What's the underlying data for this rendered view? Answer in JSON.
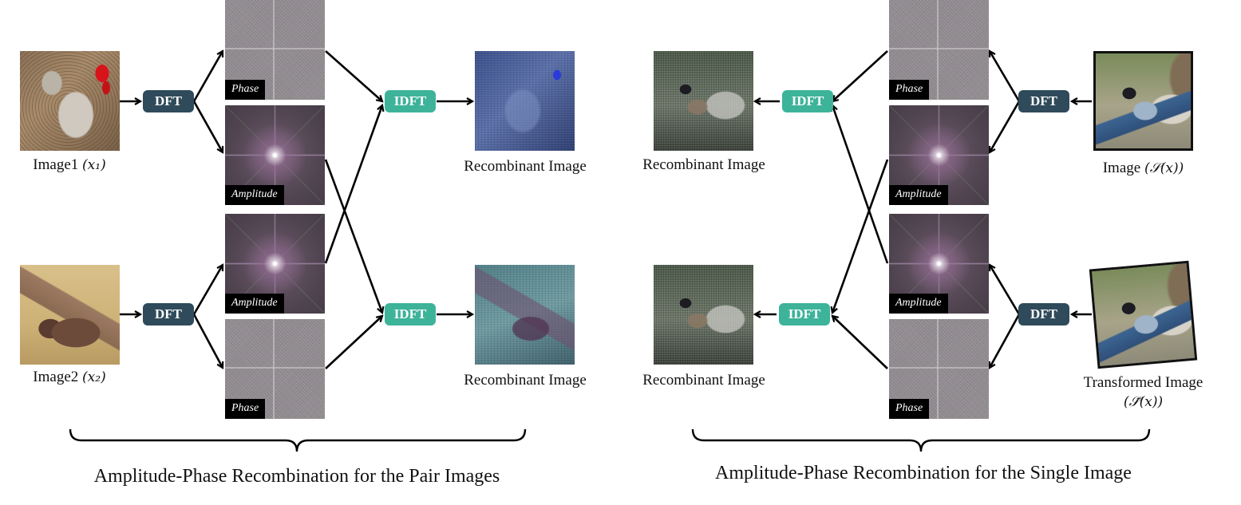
{
  "ops": {
    "dft": "DFT",
    "idft": "IDFT"
  },
  "tile_labels": {
    "phase": "Phase",
    "amplitude": "Amplitude"
  },
  "pair": {
    "image1_label": "Image1",
    "image1_math": "(x₁)",
    "image2_label": "Image2",
    "image2_math": "(x₂)",
    "recombinant_label": "Recombinant Image",
    "section_title": "Amplitude-Phase Recombination for the Pair Images"
  },
  "single": {
    "image_label": "Image",
    "image_math": "(𝒮(x))",
    "transformed_label": "Transformed Image",
    "transformed_math": "(𝒮̃(x))",
    "recombinant_label": "Recombinant Image",
    "section_title": "Amplitude-Phase Recombination for the Single Image"
  },
  "colors": {
    "dft_box": "#2f4a5a",
    "idft_box": "#3db39a",
    "arrow": "#000000"
  }
}
